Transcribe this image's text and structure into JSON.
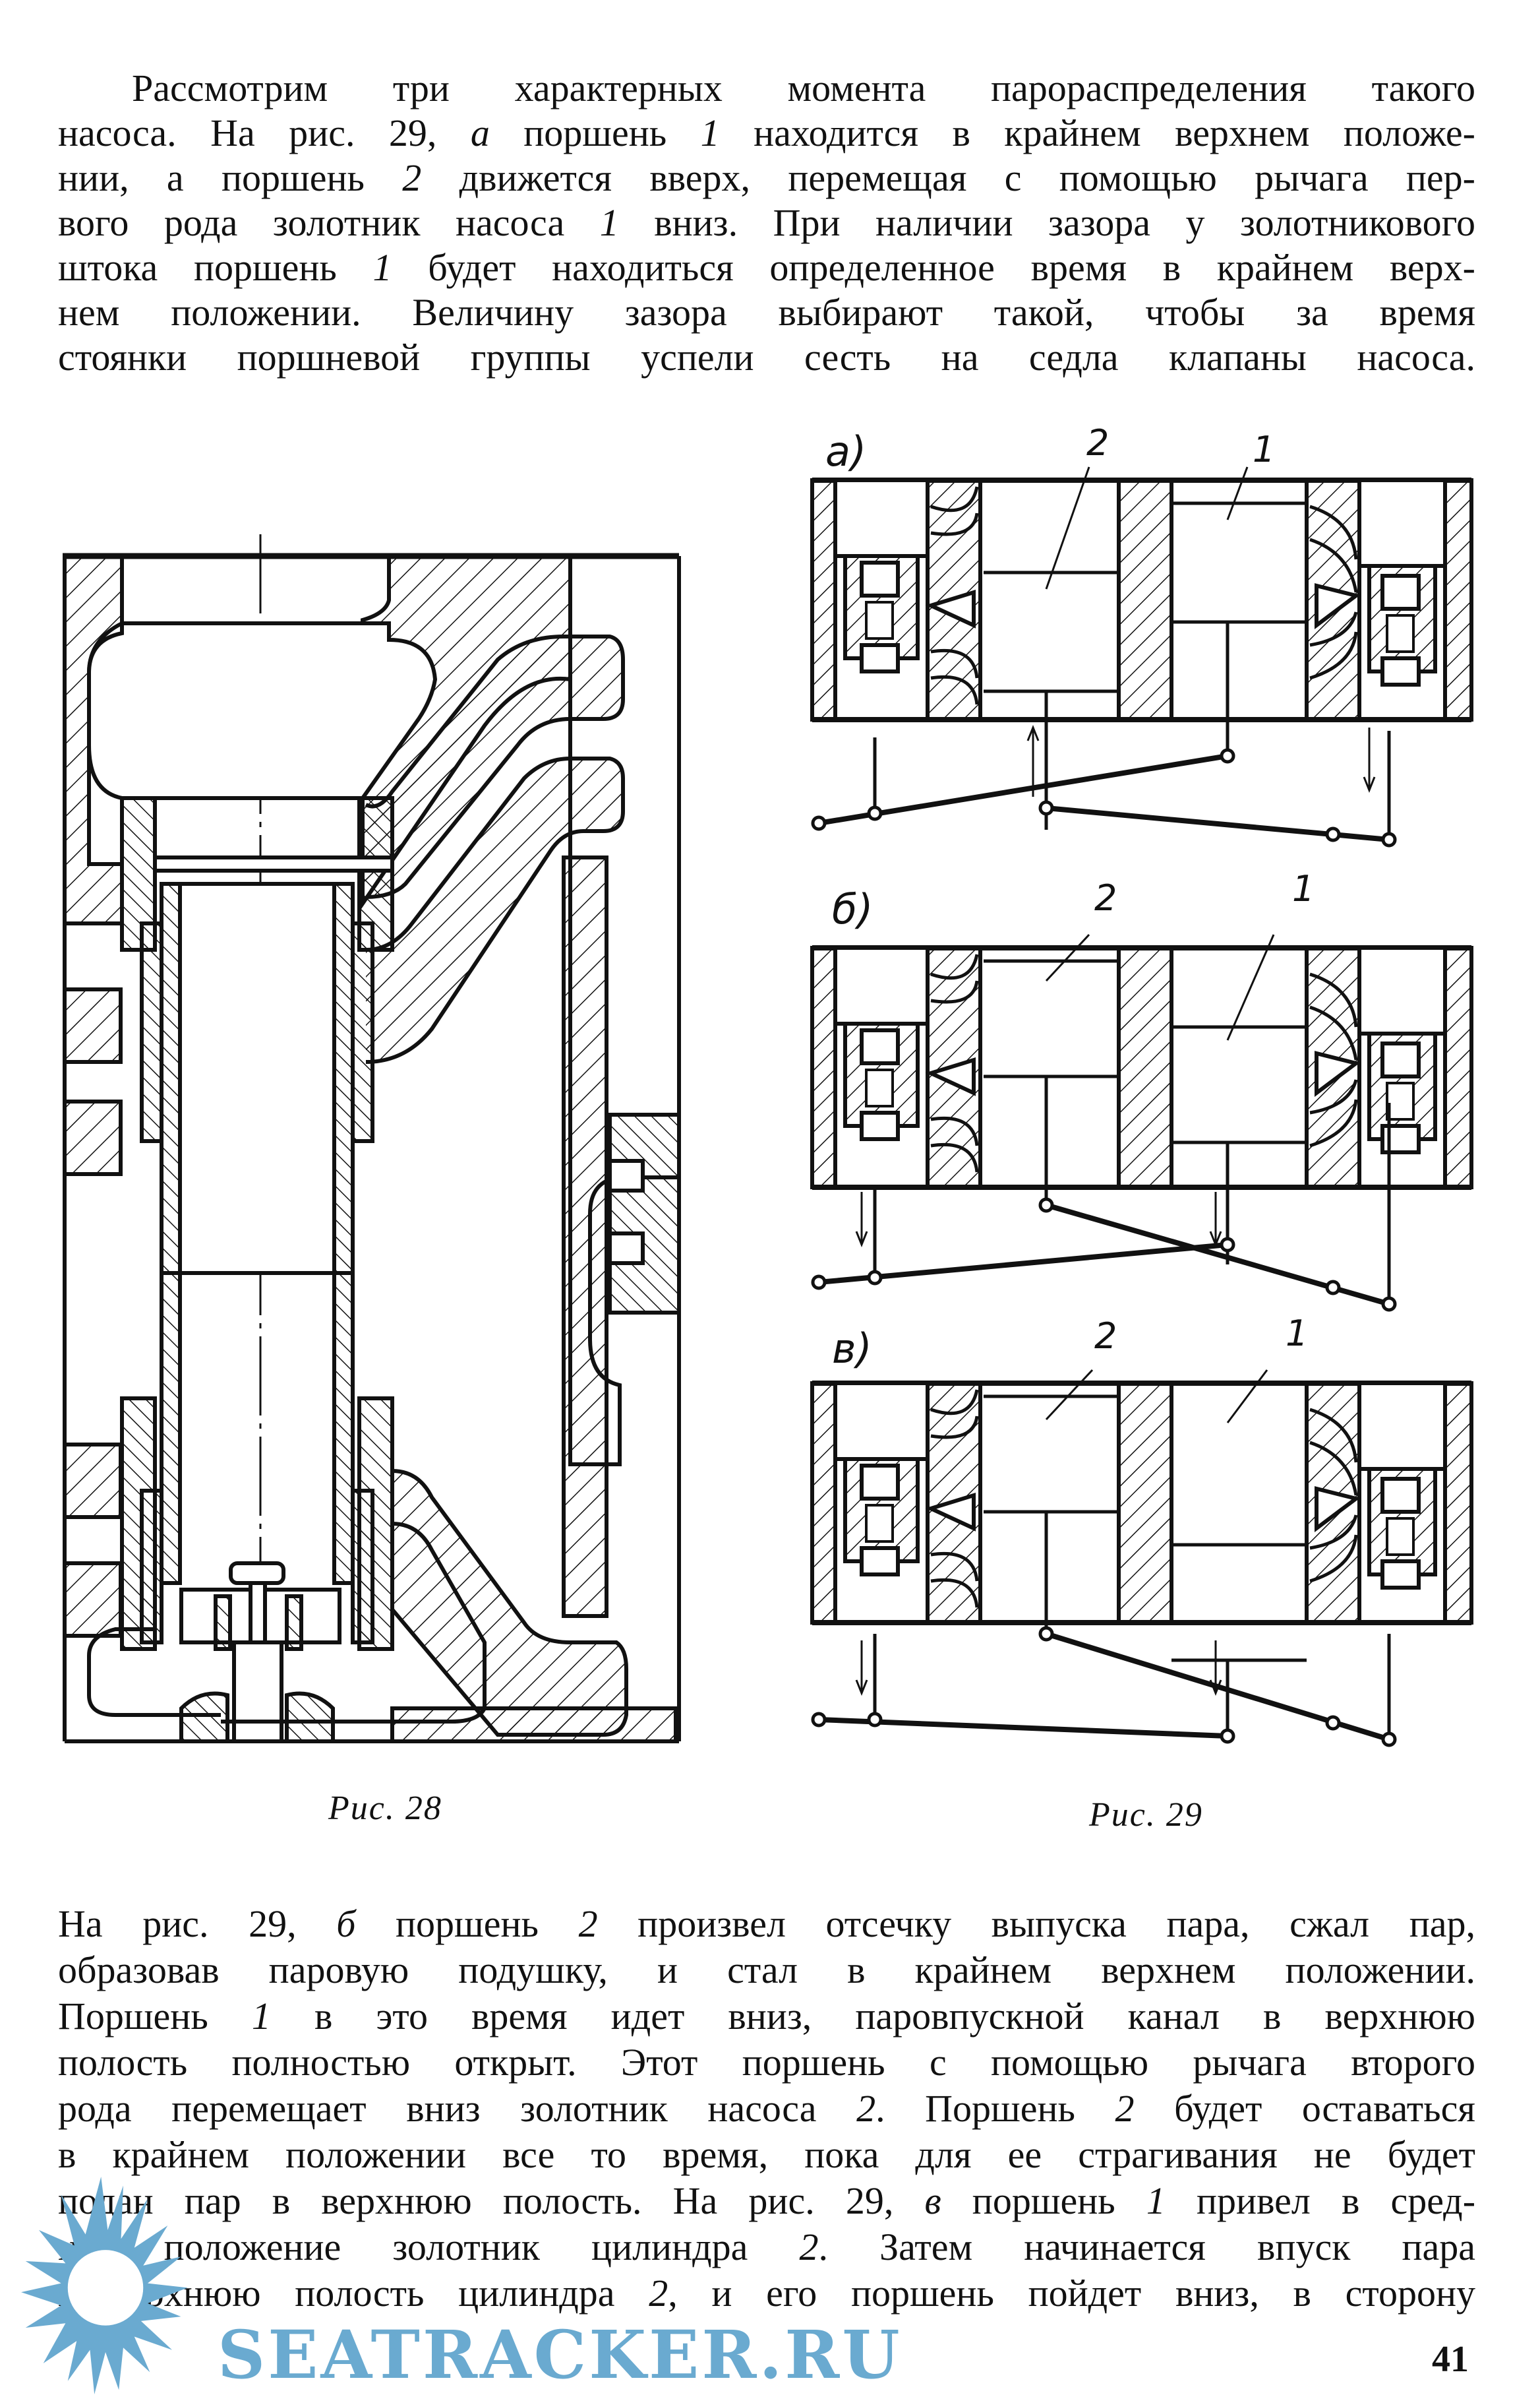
{
  "page": {
    "number": "41"
  },
  "paragraph_top": {
    "lines": [
      [
        "Рассмотрим три характерных момента парораспределения такого"
      ],
      [
        "насоса. На рис. 29, ",
        {
          "i": "а"
        },
        " поршень ",
        {
          "i": "1"
        },
        " находится в крайнем верхнем положе-"
      ],
      [
        "нии, а поршень ",
        {
          "i": "2"
        },
        " движется вверх, перемещая с помощью рычага пер-"
      ],
      [
        "вого рода золотник насоса ",
        {
          "i": "1"
        },
        " вниз. При наличии зазора у золотникового"
      ],
      [
        "штока поршень ",
        {
          "i": "1"
        },
        " будет находиться определенное время в крайнем верх-"
      ],
      [
        "нем положении. Величину зазора выбирают такой, чтобы за время"
      ],
      [
        "стоянки поршневой группы успели сесть на седла клапаны насоса."
      ]
    ]
  },
  "paragraph_bottom": {
    "lines": [
      [
        "На рис. 29, ",
        {
          "i": "б"
        },
        " поршень ",
        {
          "i": "2"
        },
        " произвел отсечку выпуска пара, сжал пар,"
      ],
      [
        "образовав паровую подушку, и стал в крайнем верхнем положении."
      ],
      [
        "Поршень ",
        {
          "i": "1"
        },
        " в это время идет вниз, паровпускной канал в верхнюю"
      ],
      [
        "полость полностью открыт. Этот поршень с помощью рычага второго"
      ],
      [
        "рода перемещает вниз золотник насоса ",
        {
          "i": "2"
        },
        ". Поршень ",
        {
          "i": "2"
        },
        " будет оставаться"
      ],
      [
        "в крайнем положении все то время, пока для ее страгивания не будет"
      ],
      [
        "подан пар в верхнюю полость. На рис. 29, ",
        {
          "i": "в"
        },
        " поршень ",
        {
          "i": "1"
        },
        " привел в сред-"
      ],
      [
        "нее положение золотник цилиндра ",
        {
          "i": "2"
        },
        ". Затем начинается впуск пара"
      ],
      [
        "в верхнюю полость цилиндра ",
        {
          "i": "2"
        },
        ", и его поршень пойдет вниз, в сторону"
      ]
    ]
  },
  "figure_28": {
    "caption": "Рис. 28"
  },
  "figure_29": {
    "caption": "Рис. 29",
    "panels": [
      {
        "label": "а)",
        "piston_labels": [
          "2",
          "1"
        ]
      },
      {
        "label": "б)",
        "piston_labels": [
          "2",
          "1"
        ]
      },
      {
        "label": "в)",
        "piston_labels": [
          "2",
          "1"
        ]
      }
    ]
  },
  "watermark": {
    "text": "SEATRACKER.RU",
    "color": "#6aaad0"
  }
}
